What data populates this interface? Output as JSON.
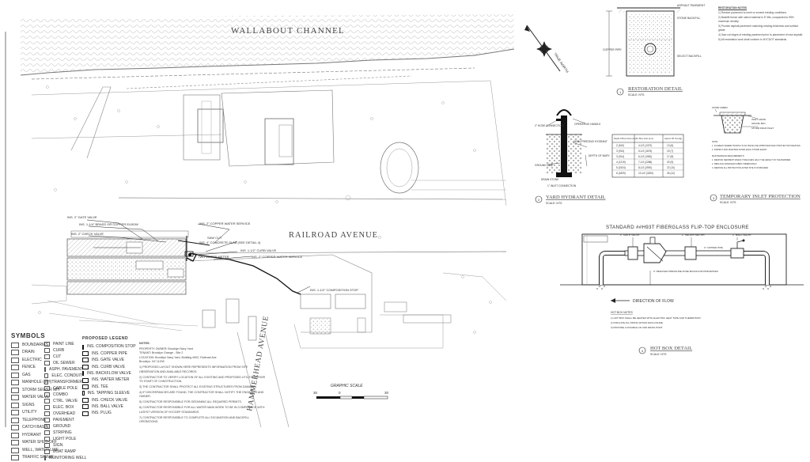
{
  "site_plan": {
    "channel": "WALLABOUT CHANNEL",
    "road": "RAILROAD AVENUE",
    "avenue": "HAMMERHEAD AVENUE",
    "graphic_scale": {
      "title": "GRAPHIC SCALE",
      "ticks": [
        "30",
        "0",
        "30"
      ]
    },
    "callouts": [
      "INS. 2\" GATE VALVE",
      "INS. 1-1/4\" BRASS OR COPPER ELBOW",
      "INS. 2\" CHECK VALVE",
      "INS. 2\" COPPER WATER SERVICE",
      "INS. 1-1/2\" COMPOSITION STOP",
      "SAW CUT",
      "INS. 2\" COPPER WATER SERVICE",
      "INS. 1-1/2\" CURB VALVE",
      "TWO WATER METER",
      "INS. 4\" CONCRETE SLAB (SEE DETAIL 4)"
    ]
  },
  "symbols": {
    "title": "SYMBOLS",
    "col1": [
      "BOUNDARIES",
      "DRAIN",
      "ELECTRIC",
      "FENCE",
      "GAS",
      "MANHOLE (MH)",
      "STORM SEWER MH",
      "WATER VALVE",
      "SIGNS",
      "UTILITY",
      "TELEPHONE",
      "CATCH BASIN",
      "HYDRANT",
      "WATER SHUT-OFF",
      "WELL, WATER LINE",
      "TRAFFIC SIGNAL"
    ],
    "col2": [
      "PAINT LINE",
      "CURB",
      "CUT",
      "OIL SEWER",
      "ASPH. PAVEMENT",
      "ELEC. CONDUIT",
      "TRANSFORMER",
      "CABLE POLE",
      "COMBO",
      "CTRL. VALVE",
      "ELEC. BOX",
      "OVERHEAD",
      "PAVEMENT",
      "GROUND",
      "STRIPING",
      "LIGHT POLE",
      "SIGN",
      "BOAT RAMP",
      "MONITORING WELL"
    ]
  },
  "proposed_legend": {
    "title": "PROPOSED LEGEND",
    "items": [
      "INS. COMPOSITION STOP",
      "INS. COPPER PIPE",
      "INS. GATE VALVE",
      "INS. CURB VALVE",
      "INS. BACKFLOW VALVE",
      "INS. WATER METER",
      "INS. TEE",
      "INS. TAPPING SLEEVE",
      "INS. CHECK VALVE",
      "INS. BALL VALVE",
      "INS. PLUG"
    ]
  },
  "project_notes": {
    "header": [
      "NOTES:",
      "PROPERTY OWNER: Brooklyn Navy Yard",
      "TENANT: Brooklyn Grange - Site 2",
      "LOCATION: Brooklyn Navy Yard, Building #902, Railroad Ave",
      "Brooklyn, NY 11205"
    ],
    "items": [
      "1) PROPOSED LAYOUT SHOWN HERE REPRESENTS INFORMATION FROM SITE OBSERVATION AND AVAILABLE RECORDS.",
      "2) CONTRACTOR TO VERIFY LOCATION OF ALL EXISTING AND PROPOSED UTILITIES PRIOR TO START OF CONSTRUCTION.",
      "3) THE CONTRACTOR SHALL PROTECT ALL EXISTING STRUCTURES FROM DAMAGE.",
      "4) IF DISCREPANCIES ARE FOUND, THE CONTRACTOR SHALL NOTIFY THE ENGINEER AND OWNER.",
      "5) CONTRACTOR RESPONSIBLE FOR OBTAINING ALL REQUIRED PERMITS.",
      "6) CONTRACTOR RESPONSIBLE FOR ALL WATER MAIN WORK TO BE IN COMPLIANCE WITH LATEST VERSION OF NYCDEP STANDARDS.",
      "7) CONTRACTOR RESPONSIBLE TO COMPLETE ALL EXCAVATION AND BACKFILL OPERATIONS."
    ]
  },
  "details": {
    "restoration": {
      "title": "RESTORATION DETAIL",
      "scale": "SCALE: NTS",
      "labels": [
        "ASPHALT PAVEMENT",
        "STONE BACKFILL",
        "COPPER PIPE",
        "SELECT BACKFILL"
      ],
      "notes_title": "RESTORATION NOTES",
      "notes": [
        "1) Restore pavement to meet or exceed existing conditions.",
        "2) Backfill trench with select material in 6\" lifts, compacted to 95% maximum density.",
        "3) Provide asphalt pavement matching existing thickness and surface grade.",
        "4) Saw cut edges of existing pavement prior to placement of new asphalt.",
        "5) All restoration work shall conform to NYCDOT standards."
      ]
    },
    "yard_hydrant": {
      "title": "YARD HYDRANT DETAIL",
      "scale": "SCALE: NTS",
      "labels": [
        "2\" HOSE CONNECTION",
        "OPERATING HANDLE",
        "GROUND LINE",
        "DEPTH OF BURY",
        "DRAIN STONE",
        "1\" INLET CONNECTION",
        "NON-FREEZING HYDRANT"
      ],
      "table_headers": [
        "Depth of Bury Feet (mm)",
        "A= Bury Feet (mm)",
        "Approx Wt. lbs (kg)"
      ],
      "table_rows": [
        [
          "2 (610)",
          "4-1/2 (1372)",
          "13 (6)"
        ],
        [
          "3 (914)",
          "5-1/2 (1676)",
          "15 (7)"
        ],
        [
          "3 (914)",
          "6-1/2 (1981)",
          "17 (8)"
        ],
        [
          "4 (1219)",
          "7-1/2 (2286)",
          "20 (9)"
        ],
        [
          "5 (1524)",
          "8-1/2 (2591)",
          "22 (10)"
        ],
        [
          "6 (1829)",
          "10-1/2 (3200)",
          "26 (12)"
        ]
      ]
    },
    "inlet": {
      "title": "TEMPORARY INLET PROTECTION",
      "scale": "SCALE: NTS",
      "labels": [
        "FILTER FABRIC",
        "INLET GRATE",
        "GRAVEL BAG",
        "STORM DRAIN INLET"
      ],
      "notes": [
        "NOTE:",
        "1. IN AREAS WHERE TRAFFIC IS AN ISSUE USE APPROVED INLET PROTECTION DEVICES.",
        "2. INSPECT AND MAINTAIN AFTER EACH STORM EVENT.",
        "MAINTENANCE REQUIREMENTS:",
        "1. REMOVE SEDIMENT WHEN IT REACHES HALF THE HEIGHT OF THE BARRIER.",
        "2. REPLACE DAMAGED FABRIC IMMEDIATELY.",
        "3. REMOVE ALL PROTECTION AFTER SITE IS STABILIZED."
      ]
    },
    "hot_box": {
      "title": "HOT BOX DETAIL",
      "scale": "SCALE: NTS",
      "enclosure": "STANDARD ##H93T FIBERGLASS FLIP-TOP ENCLOSURE",
      "labels": [
        "2\" WATER METER",
        "2\" GATE VALVE",
        "2\" REDUCED PRESSURE ZONE BACKFLOW PREVENTER",
        "2\" BALL VALVE",
        "2\" COPPER PIPE"
      ],
      "flow": "DIRECTION OF FLOW",
      "notes_title": "HOT BOX NOTES",
      "notes": [
        "1) HOT BOX SHALL BE HEATED WITH ELECTRIC HEAT TAPE AND THERMOSTAT.",
        "2) INSULATE ALL PIPING WITHIN ENCLOSURE.",
        "3) PROVIDE LOCKABLE LID AND DRAIN PORT."
      ]
    }
  },
  "north": "TRUE NORTH",
  "colors": {
    "ink": "#333333",
    "linework": "#777777",
    "hatch": "#b0b0b0",
    "proposed": "#111111",
    "paper": "#ffffff"
  }
}
